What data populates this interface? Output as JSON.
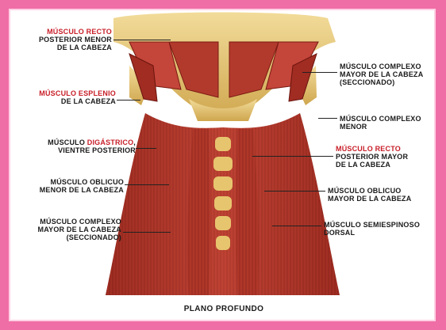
{
  "labels": {
    "recto_menor": {
      "l1": "MÚSCULO RECTO",
      "l2": "POSTERIOR MENOR",
      "l3": "DE LA CABEZA"
    },
    "esplenio": {
      "l1": "MÚSCULO ESPLENIO",
      "l2": "DE LA CABEZA"
    },
    "digastrico": {
      "l1a": "MÚSCULO ",
      "l1b": "DIGÁSTRICO",
      "l1c": ",",
      "l2": "VIENTRE POSTERIOR"
    },
    "oblicuo_menor": {
      "l1": "MÚSCULO OBLICUO",
      "l2": "MENOR DE LA CABEZA"
    },
    "complexo_left": {
      "l1": "MÚSCULO COMPLEXO",
      "l2": "MAYOR DE LA CABEZA",
      "l3": "(SECCIONADO)"
    },
    "complexo_right": {
      "l1": "MÚSCULO COMPLEXO",
      "l2": "MAYOR DE LA CABEZA",
      "l3": "(SECCIONADO)"
    },
    "complexo_menor": {
      "l1": "MÚSCULO COMPLEXO",
      "l2": "MENOR"
    },
    "recto_mayor": {
      "l1": "MÚSCULO RECTO",
      "l2": "POSTERIOR MAYOR",
      "l3": "DE LA CABEZA"
    },
    "oblicuo_mayor": {
      "l1": "MÚSCULO OBLICUO",
      "l2": "MAYOR DE LA CABEZA"
    },
    "semiespinoso": {
      "l1": "MÚSCULO SEMIESPINOSO",
      "l2": "DORSAL"
    }
  },
  "footer": "PLANO PROFUNDO",
  "colors": {
    "frame": "#f06ea6",
    "muscle": "#b8352b",
    "muscle_dark": "#7e1a14",
    "bone": "#e8c873",
    "label_red": "#c81e28"
  }
}
